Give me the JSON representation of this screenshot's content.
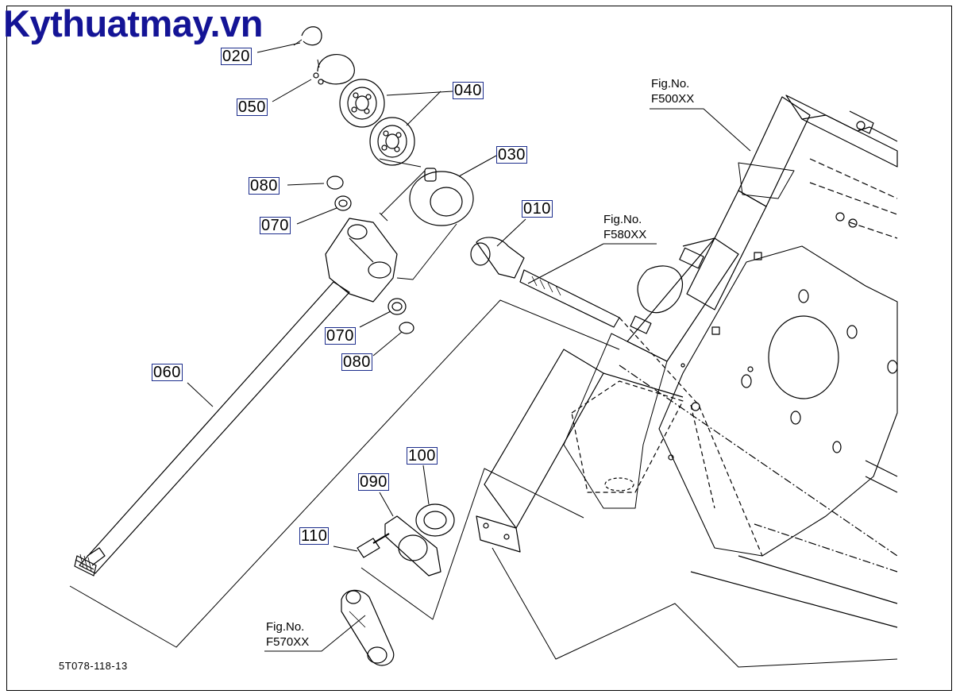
{
  "watermark": "Kythuatmay.vn",
  "drawing_code": "5T078-118-13",
  "callouts": {
    "p010": "010",
    "p020": "020",
    "p030": "030",
    "p040": "040",
    "p050": "050",
    "p060": "060",
    "p070a": "070",
    "p070b": "070",
    "p080a": "080",
    "p080b": "080",
    "p090": "090",
    "p100": "100",
    "p110": "110"
  },
  "figrefs": {
    "f500": {
      "label": "Fig.No.",
      "code": "F500XX"
    },
    "f580": {
      "label": "Fig.No.",
      "code": "F580XX"
    },
    "f570": {
      "label": "Fig.No.",
      "code": "F570XX"
    }
  },
  "colors": {
    "watermark": "#141496",
    "callout_border": "#1c2d8c",
    "line": "#000000"
  }
}
